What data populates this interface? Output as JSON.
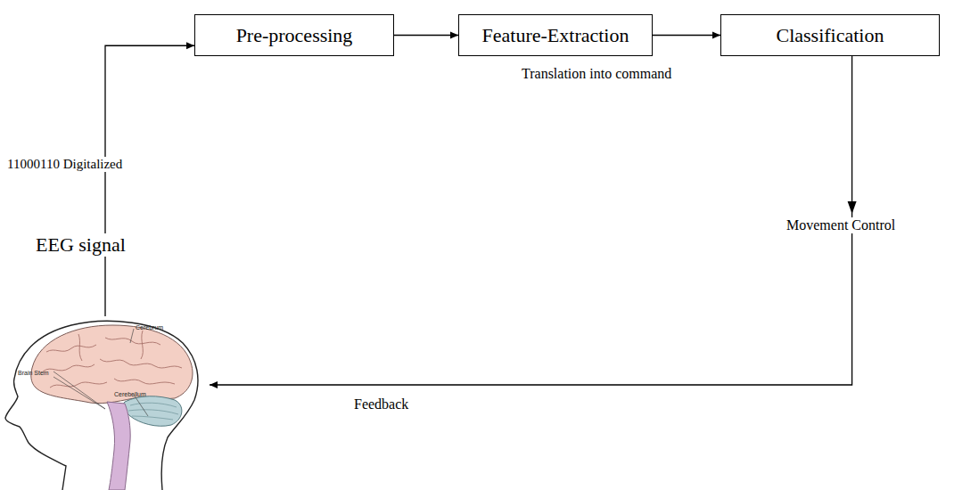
{
  "diagram": {
    "nodes": [
      {
        "text": [
          "Pre-processing"
        ]
      },
      {
        "text": [
          "Feature-Extraction"
        ]
      },
      {
        "text": [
          "Classification"
        ]
      },
      {
        "text": [
          "Cerebrum",
          "Brain Stem",
          "Cerebellum"
        ]
      }
    ],
    "edges": [
      {
        "from": 3,
        "to": 0,
        "arrow": "to"
      },
      {
        "from": 0,
        "to": 1,
        "arrow": "to"
      },
      {
        "from": 1,
        "to": 2,
        "arrow": "to"
      },
      {
        "from": 2,
        "to": 3,
        "arrow": "to"
      }
    ],
    "labels": [
      "11000110 Digitalized",
      "EEG signal",
      "Translation into command",
      "Movement Control",
      "Feedback"
    ]
  }
}
